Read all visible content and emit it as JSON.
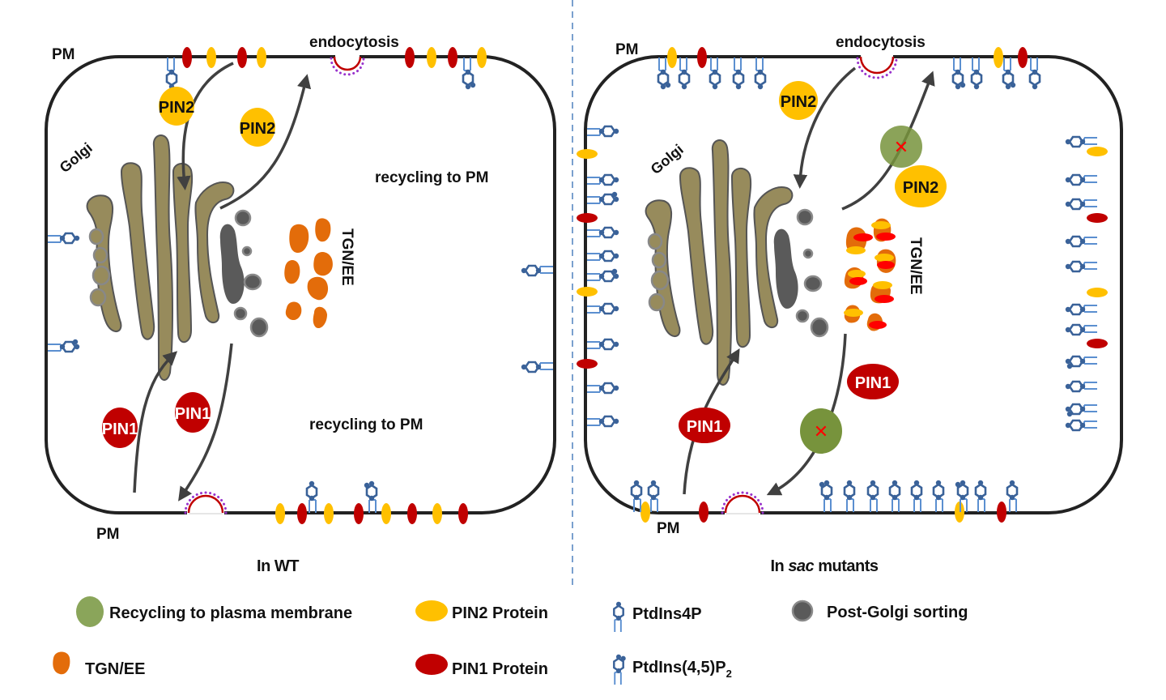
{
  "figure": {
    "panels": [
      {
        "id": "wt",
        "title_parts": [
          {
            "text": "In WT",
            "italic": false
          }
        ],
        "labels": {
          "pm_top": "PM",
          "pm_bottom": "PM",
          "endocytosis": "endocytosis",
          "golgi": "Golgi",
          "tgn": "TGN/EE",
          "recycling_pin2": "recycling to PM",
          "recycling_pin1": "recycling to PM"
        },
        "proteins": {
          "pin2_in": "PIN2",
          "pin2_out": "PIN2",
          "pin1_in": "PIN1",
          "pin1_out": "PIN1"
        },
        "recycling_blocked": false
      },
      {
        "id": "sac",
        "title_parts": [
          {
            "text": "In ",
            "italic": false
          },
          {
            "text": "sac",
            "italic": true
          },
          {
            "text": " mutants",
            "italic": false
          }
        ],
        "labels": {
          "pm_top": "PM",
          "pm_bottom": "PM",
          "endocytosis": "endocytosis",
          "golgi": "Golgi",
          "tgn": "TGN/EE"
        },
        "proteins": {
          "pin2_in": "PIN2",
          "pin2_out": "PIN2",
          "pin1_in": "PIN1",
          "pin1_out": "PIN1"
        },
        "recycling_blocked": true,
        "block_marker": "✕"
      }
    ],
    "legend": [
      {
        "key": "recycling",
        "label": "Recycling to plasma membrane",
        "icon": "green-circle-icon"
      },
      {
        "key": "pin2",
        "label": "PIN2 Protein",
        "icon": "yellow-ellipse-icon"
      },
      {
        "key": "ptdins4p",
        "label": "PtdIns4P",
        "icon": "ptdins4p-lipid-icon"
      },
      {
        "key": "postgolgi",
        "label": "Post-Golgi sorting",
        "icon": "gray-vesicle-icon"
      },
      {
        "key": "tgn",
        "label": "TGN/EE",
        "icon": "orange-blob-icon"
      },
      {
        "key": "pin1",
        "label": "PIN1 Protein",
        "icon": "red-ellipse-icon"
      },
      {
        "key": "ptdins45p2",
        "label": "PtdIns(4,5)P",
        "subscript": "2",
        "icon": "ptdins45p2-lipid-icon"
      }
    ],
    "colors": {
      "membrane": "#222222",
      "pin2": "#FFC000",
      "pin1": "#C00000",
      "pin1_bright": "#FF0000",
      "golgi": "#978B5C",
      "golgi_stroke": "#555555",
      "vesicle": "#5A5A5A",
      "vesicle_stroke": "#8A8A8A",
      "tgn": "#E36C0A",
      "recycling": "#77933C",
      "lipid": "#3A6299",
      "lipid_tail": "#5B8FD0",
      "arrow": "#404040",
      "clathrin": "#9933CC",
      "divider": "#4F81BD",
      "block_x": "#FF0000"
    }
  }
}
